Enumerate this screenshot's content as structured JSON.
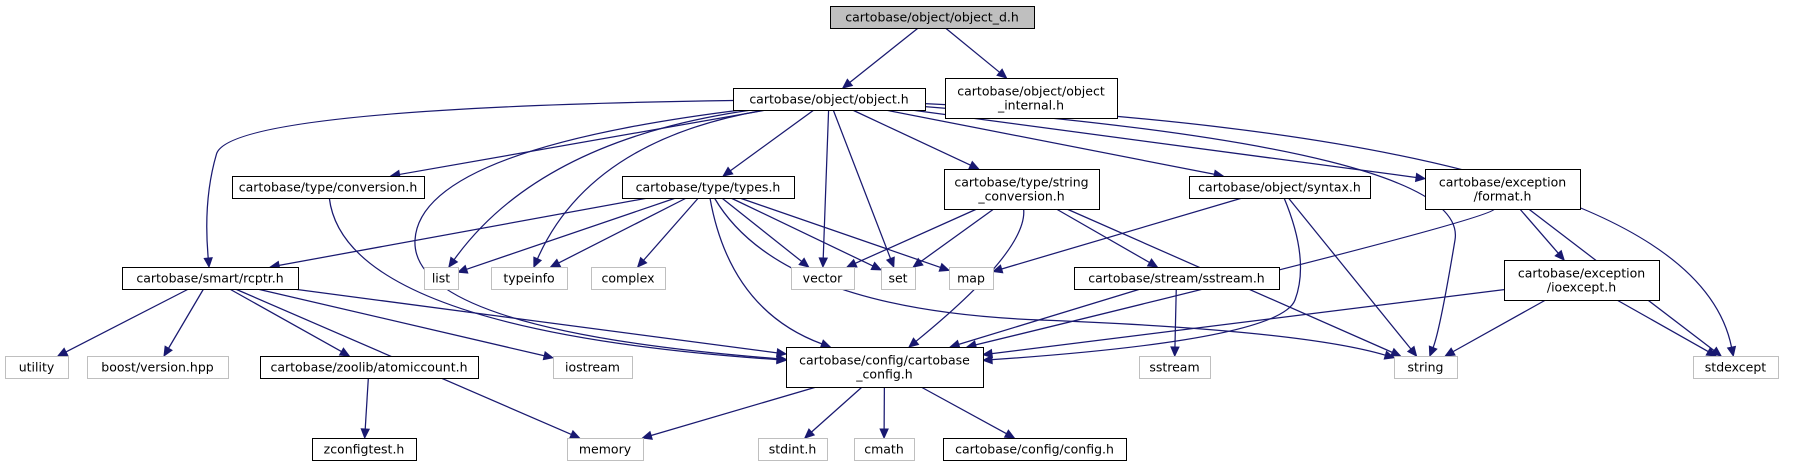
{
  "colors": {
    "edge": "#191970",
    "focus_fill": "#bfbfbf",
    "focus_border": "#000000",
    "local_border": "#000000",
    "system_border": "#bfbfbf",
    "node_fill": "#ffffff"
  },
  "nodes": {
    "object_d": {
      "lines": [
        "cartobase/object/object_d.h"
      ],
      "kind": "focus"
    },
    "object": {
      "lines": [
        "cartobase/object/object.h"
      ],
      "kind": "local"
    },
    "object_internal": {
      "lines": [
        "cartobase/object/object",
        "_internal.h"
      ],
      "kind": "local"
    },
    "conversion": {
      "lines": [
        "cartobase/type/conversion.h"
      ],
      "kind": "local"
    },
    "types": {
      "lines": [
        "cartobase/type/types.h"
      ],
      "kind": "local"
    },
    "string_conv": {
      "lines": [
        "cartobase/type/string",
        "_conversion.h"
      ],
      "kind": "local"
    },
    "syntax": {
      "lines": [
        "cartobase/object/syntax.h"
      ],
      "kind": "local"
    },
    "format": {
      "lines": [
        "cartobase/exception",
        "/format.h"
      ],
      "kind": "local"
    },
    "rcptr": {
      "lines": [
        "cartobase/smart/rcptr.h"
      ],
      "kind": "local"
    },
    "list": {
      "lines": [
        "list"
      ],
      "kind": "system"
    },
    "typeinfo": {
      "lines": [
        "typeinfo"
      ],
      "kind": "system"
    },
    "complex": {
      "lines": [
        "complex"
      ],
      "kind": "system"
    },
    "vector": {
      "lines": [
        "vector"
      ],
      "kind": "system"
    },
    "set": {
      "lines": [
        "set"
      ],
      "kind": "system"
    },
    "map": {
      "lines": [
        "map"
      ],
      "kind": "system"
    },
    "sstream_h": {
      "lines": [
        "cartobase/stream/sstream.h"
      ],
      "kind": "local"
    },
    "ioexcept": {
      "lines": [
        "cartobase/exception",
        "/ioexcept.h"
      ],
      "kind": "local"
    },
    "utility": {
      "lines": [
        "utility"
      ],
      "kind": "system"
    },
    "boost_version": {
      "lines": [
        "boost/version.hpp"
      ],
      "kind": "system"
    },
    "atomiccount": {
      "lines": [
        "cartobase/zoolib/atomiccount.h"
      ],
      "kind": "local"
    },
    "iostream": {
      "lines": [
        "iostream"
      ],
      "kind": "system"
    },
    "cartobase_config": {
      "lines": [
        "cartobase/config/cartobase",
        "_config.h"
      ],
      "kind": "local"
    },
    "sstream": {
      "lines": [
        "sstream"
      ],
      "kind": "system"
    },
    "string": {
      "lines": [
        "string"
      ],
      "kind": "system"
    },
    "stdexcept": {
      "lines": [
        "stdexcept"
      ],
      "kind": "system"
    },
    "zconfigtest": {
      "lines": [
        "zconfigtest.h"
      ],
      "kind": "local"
    },
    "memory": {
      "lines": [
        "memory"
      ],
      "kind": "system"
    },
    "stdint": {
      "lines": [
        "stdint.h"
      ],
      "kind": "system"
    },
    "cmath": {
      "lines": [
        "cmath"
      ],
      "kind": "system"
    },
    "config": {
      "lines": [
        "cartobase/config/config.h"
      ],
      "kind": "local"
    }
  },
  "edges": [
    [
      "object_d",
      "object"
    ],
    [
      "object_d",
      "object_internal"
    ],
    [
      "object",
      "conversion"
    ],
    [
      "object",
      "types"
    ],
    [
      "object",
      "string_conv"
    ],
    [
      "object",
      "syntax"
    ],
    [
      "object",
      "format"
    ],
    [
      "object",
      "rcptr"
    ],
    [
      "object",
      "list"
    ],
    [
      "object",
      "typeinfo"
    ],
    [
      "object",
      "vector"
    ],
    [
      "object",
      "set"
    ],
    [
      "object",
      "cartobase_config"
    ],
    [
      "object",
      "string"
    ],
    [
      "object",
      "stdexcept"
    ],
    [
      "conversion",
      "cartobase_config"
    ],
    [
      "types",
      "rcptr"
    ],
    [
      "types",
      "list"
    ],
    [
      "types",
      "typeinfo"
    ],
    [
      "types",
      "complex"
    ],
    [
      "types",
      "vector"
    ],
    [
      "types",
      "set"
    ],
    [
      "types",
      "map"
    ],
    [
      "types",
      "cartobase_config"
    ],
    [
      "types",
      "string"
    ],
    [
      "string_conv",
      "vector"
    ],
    [
      "string_conv",
      "set"
    ],
    [
      "string_conv",
      "sstream_h"
    ],
    [
      "string_conv",
      "cartobase_config"
    ],
    [
      "string_conv",
      "string"
    ],
    [
      "syntax",
      "map"
    ],
    [
      "syntax",
      "string"
    ],
    [
      "syntax",
      "cartobase_config"
    ],
    [
      "format",
      "cartobase_config"
    ],
    [
      "format",
      "ioexcept"
    ],
    [
      "format",
      "stdexcept"
    ],
    [
      "rcptr",
      "utility"
    ],
    [
      "rcptr",
      "boost_version"
    ],
    [
      "rcptr",
      "atomiccount"
    ],
    [
      "rcptr",
      "iostream"
    ],
    [
      "rcptr",
      "memory"
    ],
    [
      "rcptr",
      "cartobase_config"
    ],
    [
      "sstream_h",
      "cartobase_config"
    ],
    [
      "sstream_h",
      "sstream"
    ],
    [
      "ioexcept",
      "cartobase_config"
    ],
    [
      "ioexcept",
      "string"
    ],
    [
      "ioexcept",
      "stdexcept"
    ],
    [
      "atomiccount",
      "zconfigtest"
    ],
    [
      "cartobase_config",
      "memory"
    ],
    [
      "cartobase_config",
      "stdint"
    ],
    [
      "cartobase_config",
      "cmath"
    ],
    [
      "cartobase_config",
      "config"
    ]
  ]
}
